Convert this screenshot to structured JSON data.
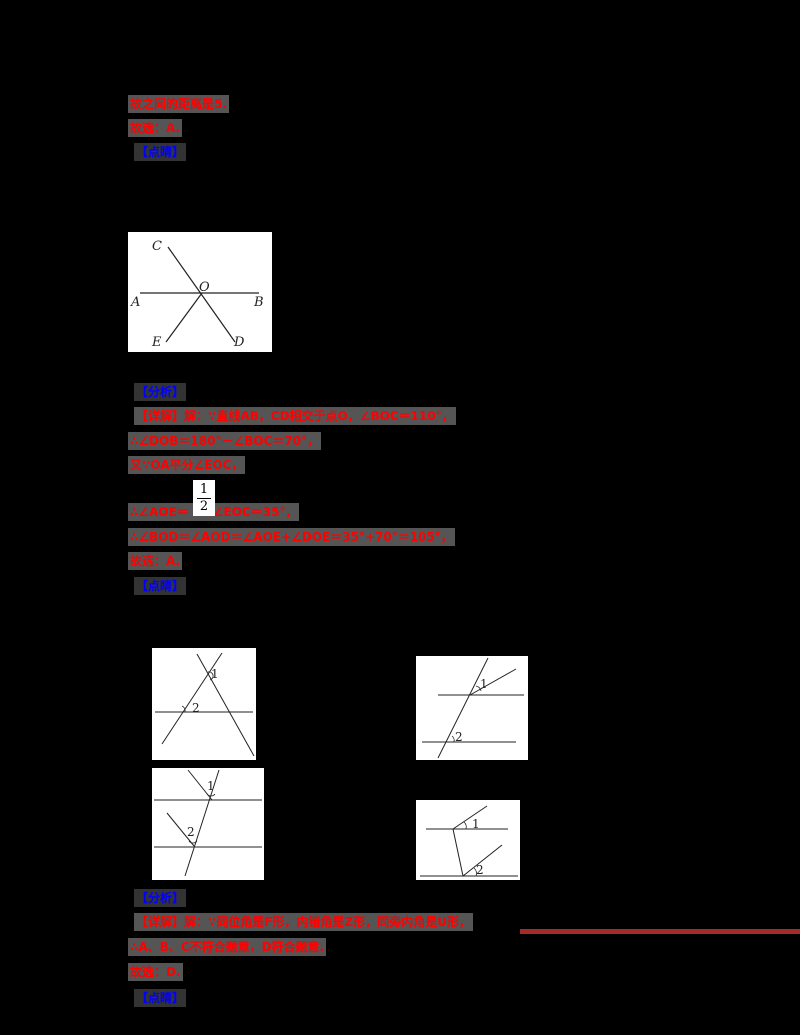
{
  "section1": {
    "line1": "故之间的距离是5.",
    "answer": "故选：A.",
    "comment_tag": "【点睛】"
  },
  "figure1": {
    "labels": {
      "A": "A",
      "B": "B",
      "C": "C",
      "D": "D",
      "E": "E",
      "O": "O"
    }
  },
  "section2": {
    "analysis_tag": "【分析】",
    "lines": [
      "【详解】解：∵直线AB，CD相交于点O，∠BOC＝110°，",
      "∴∠DOB＝180°－∠BOC＝70°，",
      "又∵OA平分∠EOC，"
    ],
    "frac_line_prefix": "∴∠AOE＝",
    "frac_num": "1",
    "frac_den": "2",
    "frac_line_suffix": "∠EOC＝35°，",
    "line_sum": "∴∠BOD＝∠AOD＝∠AOE+∠DOE＝35°+70°＝105°，",
    "answer": "故选：A.",
    "comment_tag": "【点睛】"
  },
  "figures2": [
    {
      "id": "A",
      "angle1": "1",
      "angle2": "2"
    },
    {
      "id": "B",
      "angle1": "1",
      "angle2": "2"
    },
    {
      "id": "C",
      "angle1": "1",
      "angle2": "2"
    },
    {
      "id": "D",
      "angle1": "1",
      "angle2": "2"
    }
  ],
  "section3": {
    "analysis_tag": "【分析】",
    "line1": "【详解】解：∵同位角是F形，内错角是Z形，同旁内角是U形，",
    "line2": "∴A、B、C不符合题意，D符合题意.",
    "answer": "故选：D.",
    "comment_tag": "【点睛】"
  },
  "colors": {
    "background": "#000000",
    "answer_text": "#ff0000",
    "tag_text": "#0000ff",
    "highlight_bg": "#555555",
    "rule": "#a52a2a"
  }
}
